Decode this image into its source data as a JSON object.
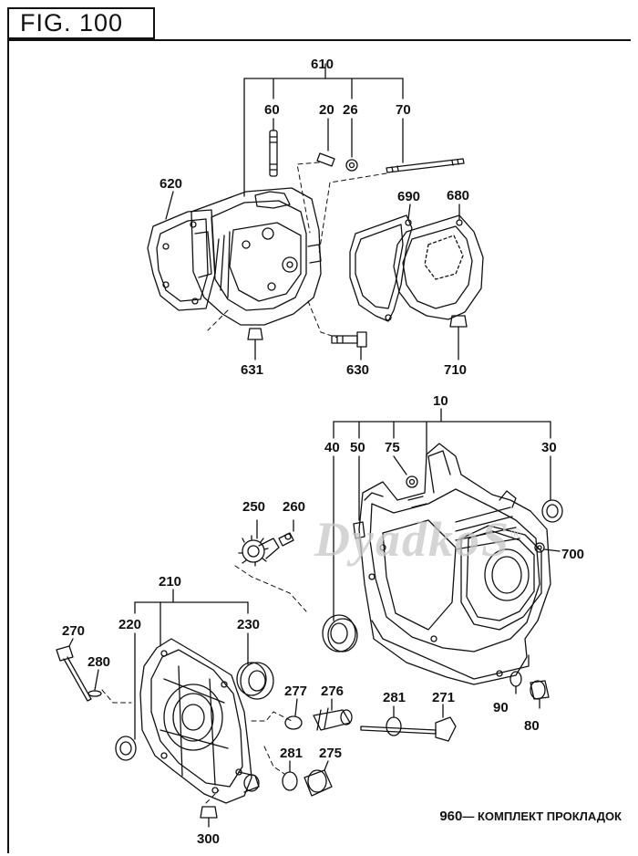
{
  "figure": {
    "title": "FIG.  100"
  },
  "watermark": {
    "text": "DyadkoS",
    "mark": "®"
  },
  "footer": {
    "part_number": "960",
    "dash": "—",
    "description": "КОМПЛЕКТ ПРОКЛАДОК"
  },
  "callouts": {
    "c610": "610",
    "c60": "60",
    "c20": "20",
    "c26": "26",
    "c70": "70",
    "c620": "620",
    "c690": "690",
    "c680": "680",
    "c631": "631",
    "c630": "630",
    "c710": "710",
    "c10": "10",
    "c40": "40",
    "c50": "50",
    "c75": "75",
    "c30": "30",
    "c250": "250",
    "c260": "260",
    "c700": "700",
    "c210": "210",
    "c220": "220",
    "c230": "230",
    "c270": "270",
    "c280": "280",
    "c277": "277",
    "c276": "276",
    "c281a": "281",
    "c271": "271",
    "c90": "90",
    "c80": "80",
    "c281b": "281",
    "c275": "275",
    "c300": "300"
  },
  "colors": {
    "ink": "#111111",
    "watermark": "#c8c8c8",
    "paper": "#ffffff"
  }
}
